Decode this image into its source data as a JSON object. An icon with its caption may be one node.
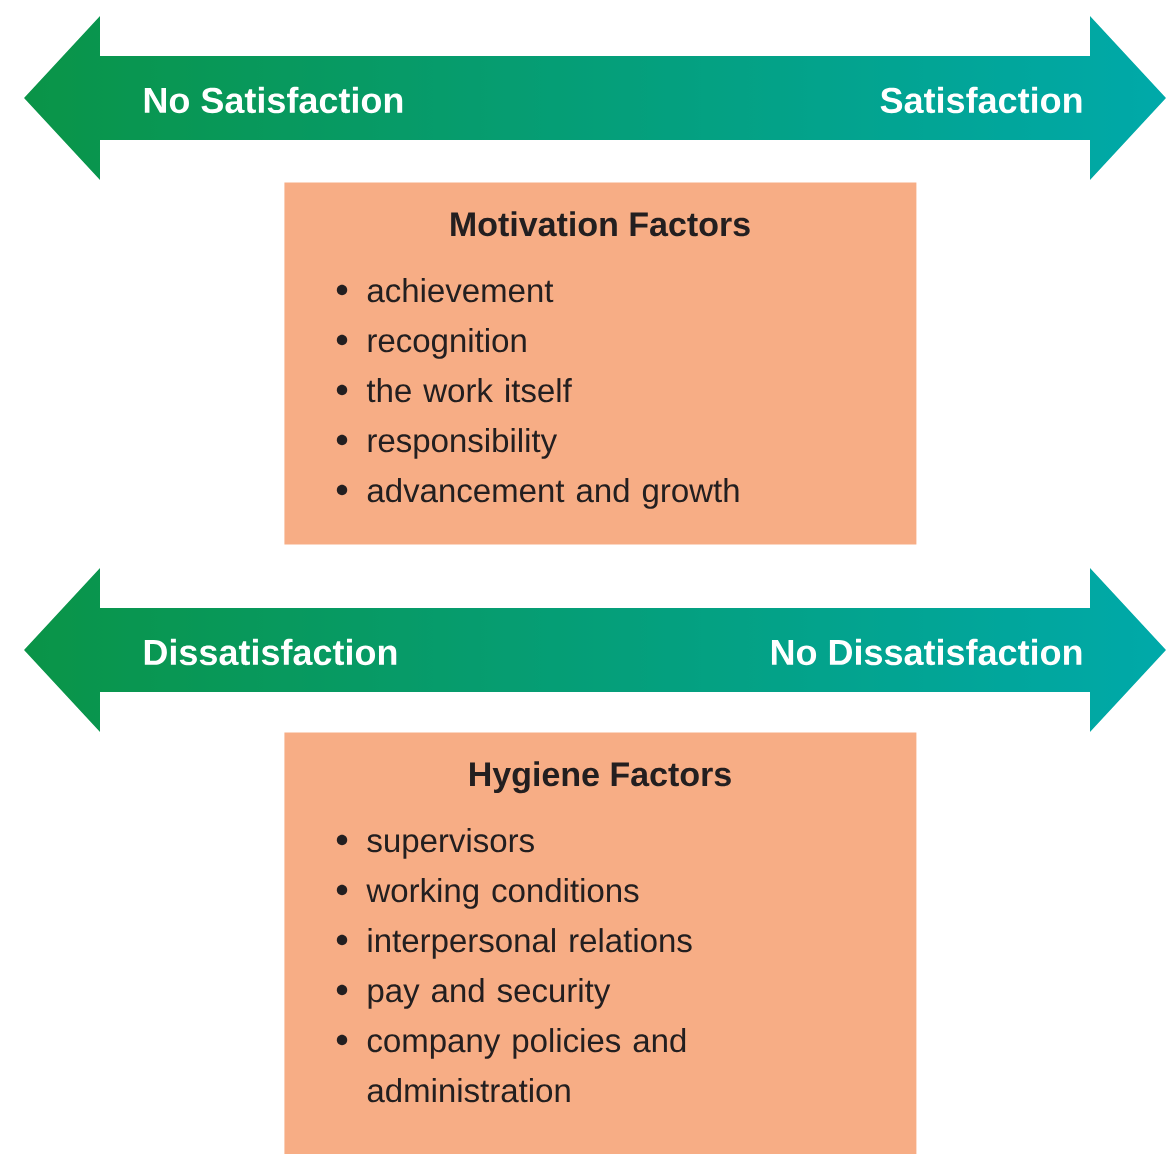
{
  "diagram": {
    "nodes": [
      {
        "text": [
          "No Satisfaction",
          "Satisfaction"
        ]
      },
      {
        "text": [
          "Motivation Factors",
          "achievement",
          "recognition",
          "the work itself",
          "responsibility",
          "advancement and growth"
        ]
      },
      {
        "text": [
          "Dissatisfaction",
          "No Dissatisfaction"
        ]
      },
      {
        "text": [
          "Hygiene Factors",
          "supervisors",
          "working conditions",
          "interpersonal relations",
          "pay and security",
          "company policies and administration"
        ]
      }
    ]
  }
}
